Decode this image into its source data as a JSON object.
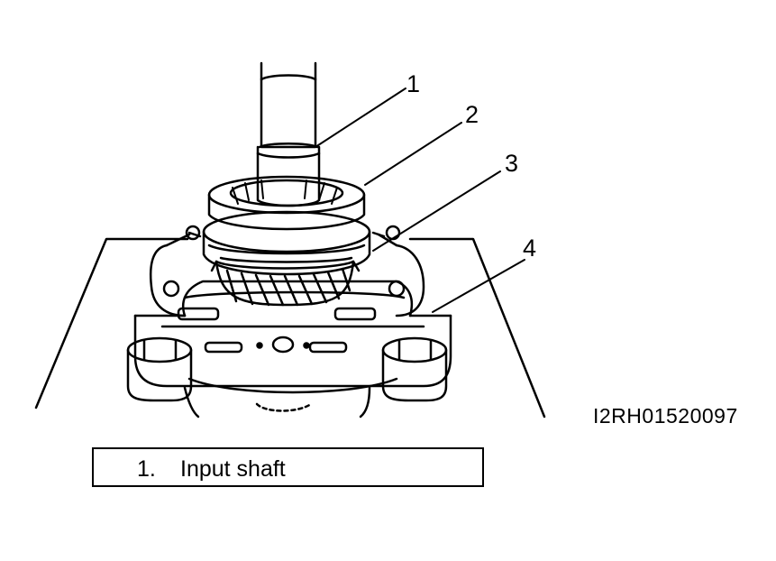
{
  "figure": {
    "code": "I2RH01520097",
    "callouts": [
      "1",
      "2",
      "3",
      "4"
    ]
  },
  "legend": {
    "items": [
      {
        "number": "1.",
        "label": "Input shaft"
      }
    ]
  }
}
